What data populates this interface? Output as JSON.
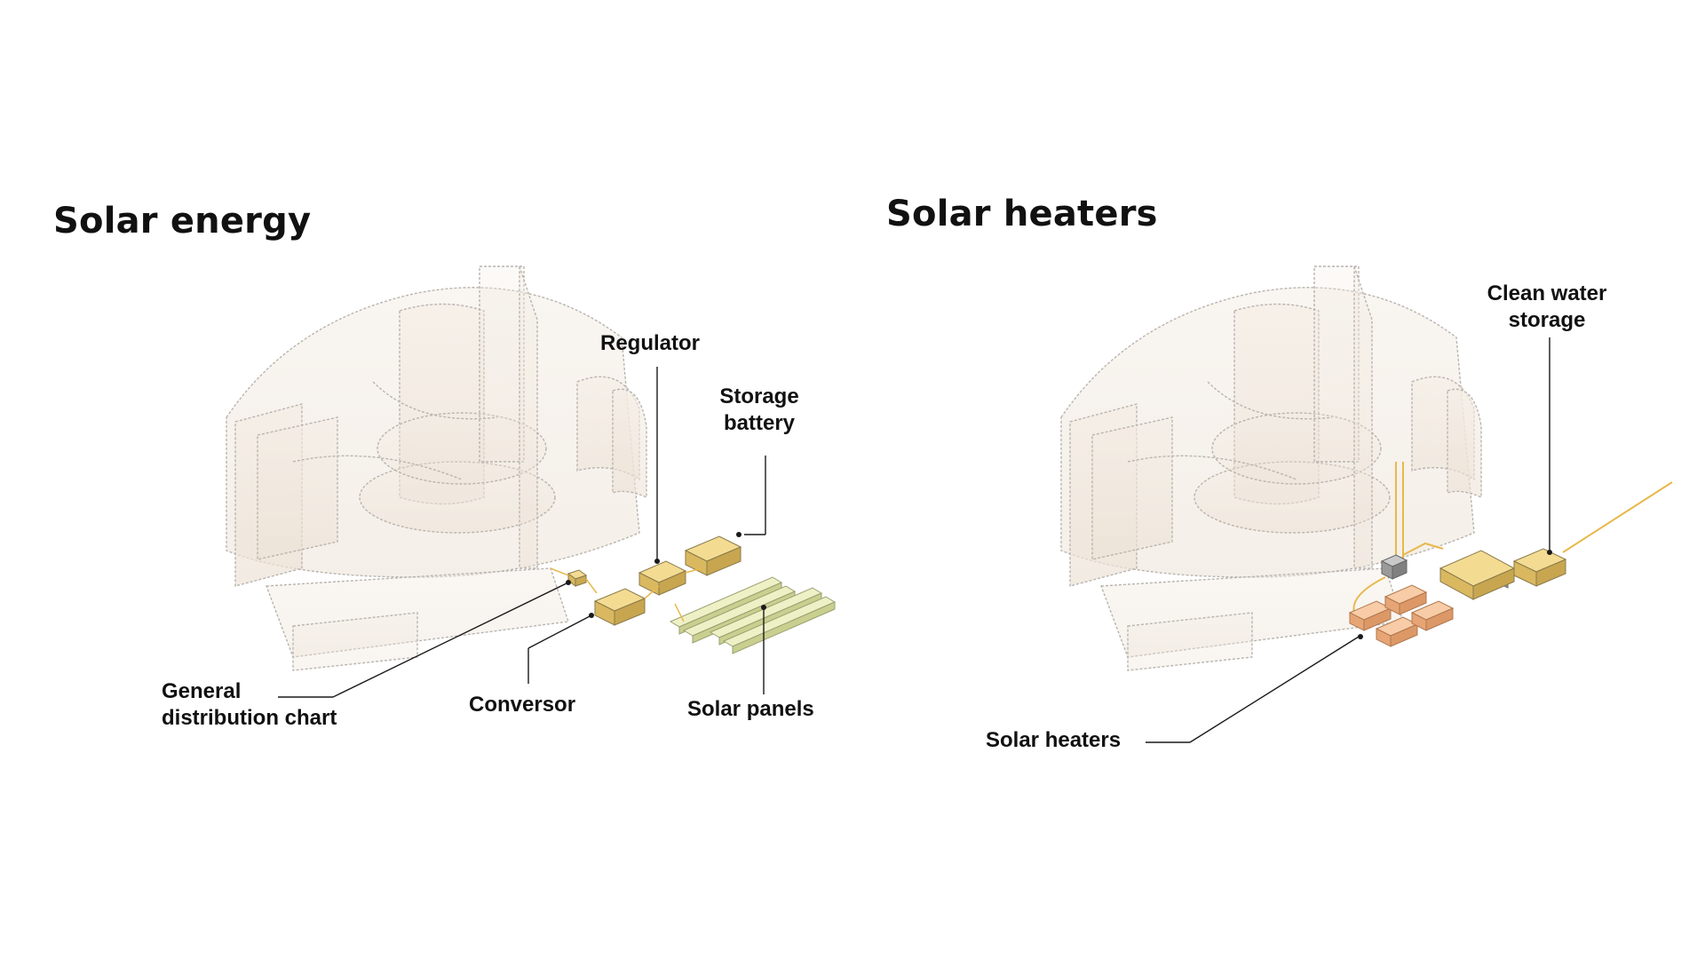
{
  "panels": [
    {
      "title": "Solar energy",
      "labels": {
        "regulator": "Regulator",
        "storage_battery": "Storage battery",
        "general_distribution_chart": "General distribution chart",
        "conversor": "Conversor",
        "solar_panels": "Solar panels"
      }
    },
    {
      "title": "Solar heaters",
      "labels": {
        "clean_water_storage": "Clean water storage",
        "solar_heaters": "Solar heaters"
      }
    }
  ],
  "colors": {
    "building_outline": "#b9b4ae",
    "building_fill": "#efe6dc",
    "equipment_gold": "#e9cf7a",
    "solar_panel": "#eef0c6",
    "heater_orange": "#f2b98a",
    "pipe": "#e8b84c",
    "leader": "#1a1a1a"
  }
}
